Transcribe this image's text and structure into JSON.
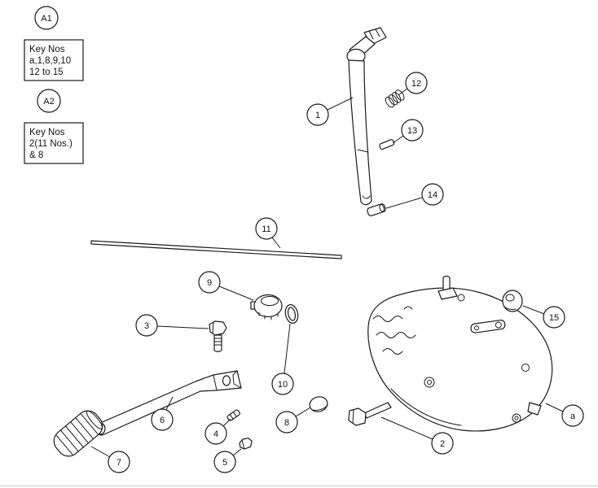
{
  "colors": {
    "ink": "#1a1a1a",
    "background": "#ffffff"
  },
  "refs": {
    "a1": {
      "badge": "A1",
      "key": {
        "line1": "Key Nos",
        "line2": "a,1,8,9,10",
        "line3": "12 to 15"
      }
    },
    "a2": {
      "badge": "A2",
      "key": {
        "line1": "Key Nos",
        "line2": "2(11 Nos.)",
        "line3": "& 8"
      }
    }
  },
  "callouts": {
    "c1": "1",
    "c2": "2",
    "c3": "3",
    "c4": "4",
    "c5": "5",
    "c6": "6",
    "c7": "7",
    "c8": "8",
    "c9": "9",
    "c10": "10",
    "c11": "11",
    "c12": "12",
    "c13": "13",
    "c14": "14",
    "c15": "15",
    "ca": "a"
  }
}
